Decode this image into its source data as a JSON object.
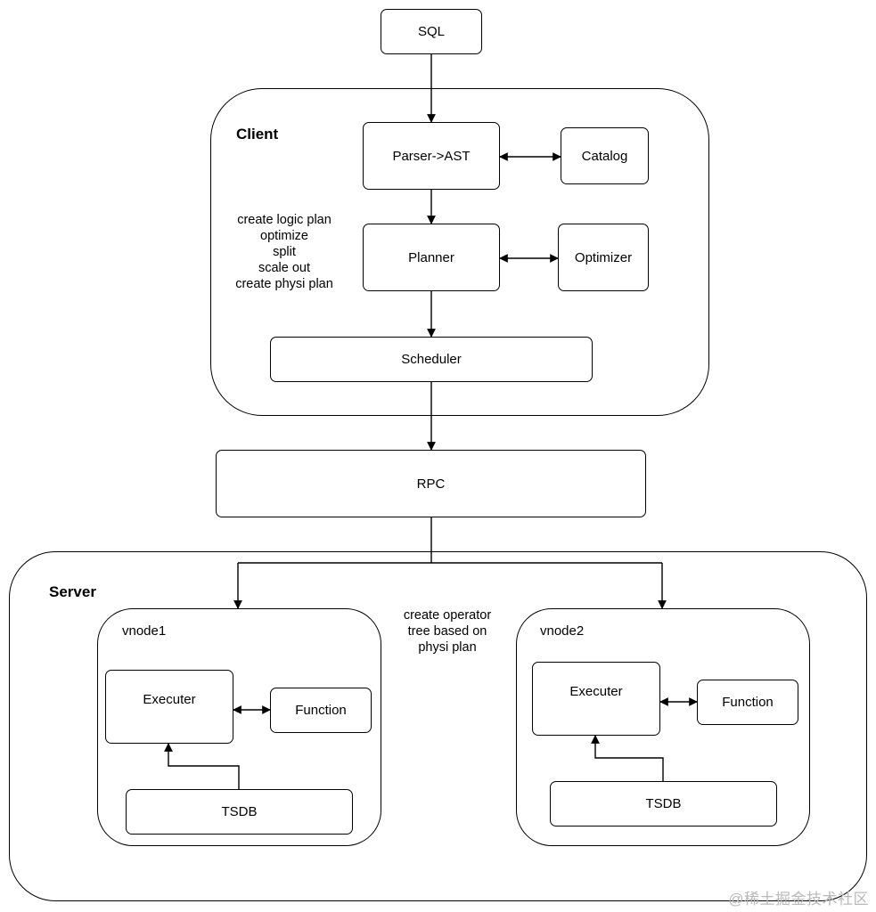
{
  "nodes": {
    "sql": "SQL",
    "parser": "Parser->AST",
    "catalog": "Catalog",
    "planner": "Planner",
    "optimizer": "Optimizer",
    "scheduler": "Scheduler",
    "rpc": "RPC",
    "executer1": "Executer",
    "function1": "Function",
    "tsdb1": "TSDB",
    "executer2": "Executer",
    "function2": "Function",
    "tsdb2": "TSDB"
  },
  "groups": {
    "client": "Client",
    "server": "Server",
    "vnode1": "vnode1",
    "vnode2": "vnode2"
  },
  "notes": {
    "client_steps": "create logic plan\noptimize\nsplit\nscale out\ncreate physi plan",
    "server_note": "create operator\ntree based on\nphysi plan"
  },
  "watermark": "@稀土掘金技术社区"
}
